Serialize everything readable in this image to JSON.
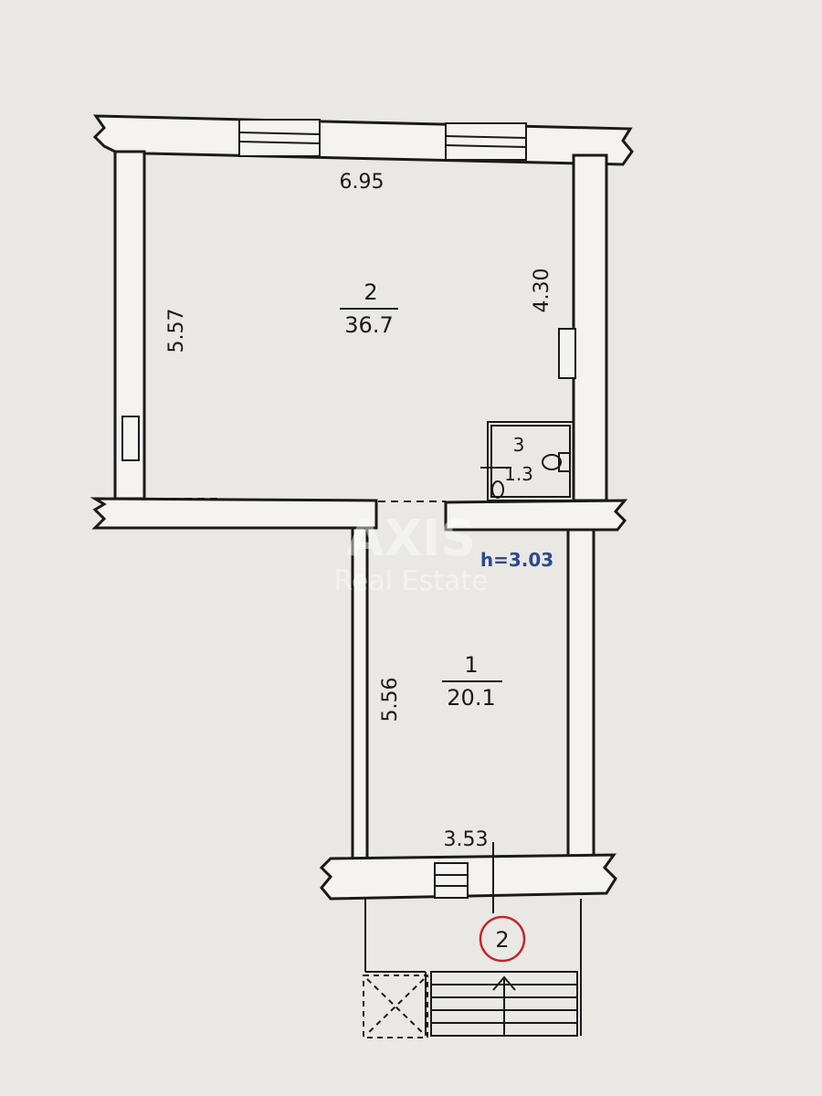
{
  "dimensions": {
    "room2_width": "6.95",
    "room2_left": "5.57",
    "room2_right": "4.30",
    "room1_left": "5.56",
    "room1_bottom": "3.53"
  },
  "rooms": [
    {
      "number": "2",
      "area": "36.7"
    },
    {
      "number": "1",
      "area": "20.1"
    },
    {
      "number": "3",
      "area": "1.3"
    }
  ],
  "ceiling_height": "h=3.03",
  "entrance_marker": "2",
  "watermark": {
    "line1": "AXIS",
    "line2": "Real Estate"
  },
  "colors": {
    "paper": "#e9e8e4",
    "wall_fill": "#f4f3ef",
    "line": "#1a1a1a",
    "height_text": "#2b4a8c",
    "entrance_circle": "#c0262d"
  }
}
